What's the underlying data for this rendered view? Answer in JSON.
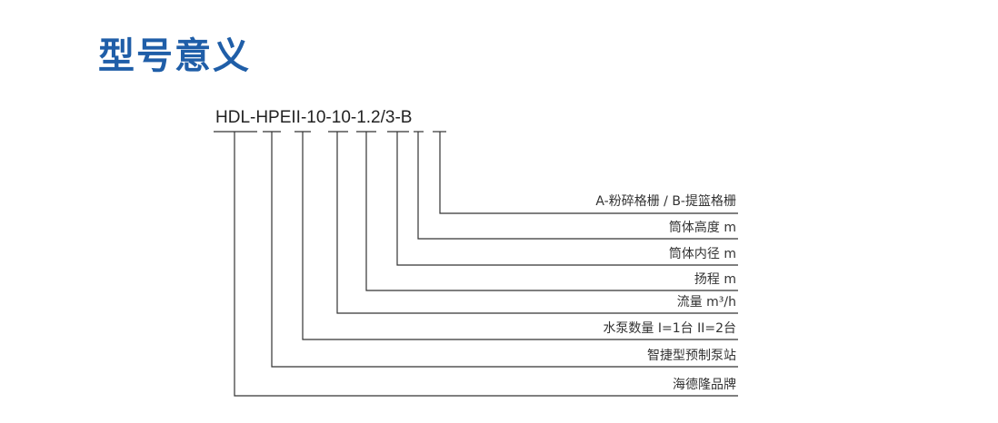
{
  "title": "型号意义",
  "model_code": "HDL-HPEII-10-10-1.2/3-B",
  "descriptions": [
    "A-粉碎格栅 / B-提篮格栅",
    "筒体高度 m",
    "筒体内径 m",
    "扬程 m",
    "流量 m³/h",
    "水泵数量 I=1台 II=2台",
    "智捷型预制泵站",
    "海德隆品牌"
  ],
  "colors": {
    "title": "#1f5ea8",
    "text": "#222222",
    "line": "#333333"
  }
}
